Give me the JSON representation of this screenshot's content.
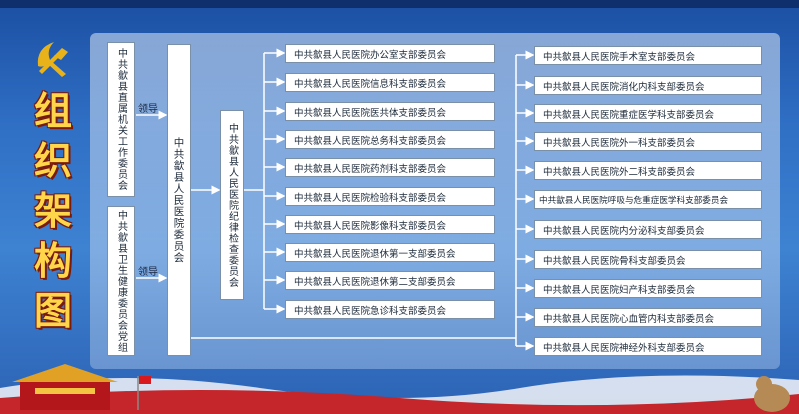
{
  "title_chars": [
    "组",
    "织",
    "架",
    "构",
    "图"
  ],
  "left_boxes": [
    {
      "text": "中共歙县直属机关工作委员会"
    },
    {
      "text": "中共歙县卫生健康委员会党组"
    }
  ],
  "lead_label": "领导",
  "center_box": {
    "text": "中共歙县人民医院委员会"
  },
  "discipline_box": {
    "text": "中共歙县人民医院纪律检查委员会"
  },
  "col1": [
    "中共歙县人民医院办公室支部委员会",
    "中共歙县人民医院信息科支部委员会",
    "中共歙县人民医院医共体支部委员会",
    "中共歙县人民医院总务科支部委员会",
    "中共歙县人民医院药剂科支部委员会",
    "中共歙县人民医院检验科支部委员会",
    "中共歙县人民医院影像科支部委员会",
    "中共歙县人民医院退休第一支部委员会",
    "中共歙县人民医院退休第二支部委员会",
    "中共歙县人民医院急诊科支部委员会"
  ],
  "col2": [
    "中共歙县人民医院手术室支部委员会",
    "中共歙县人民医院消化内科支部委员会",
    "中共歙县人民医院重症医学科支部委员会",
    "中共歙县人民医院外一科支部委员会",
    "中共歙县人民医院外二科支部委员会",
    "中共歙县人民医院呼吸与危重症医学科支部委员会",
    "中共歙县人民医院内分泌科支部委员会",
    "中共歙县人民医院骨科支部委员会",
    "中共歙县人民医院妇产科支部委员会",
    "中共歙县人民医院心血管内科支部委员会",
    "中共歙县人民医院神经外科支部委员会"
  ],
  "colors": {
    "title": "#ffd54a",
    "background": "#2f6fc4",
    "line": "#ffffff"
  }
}
